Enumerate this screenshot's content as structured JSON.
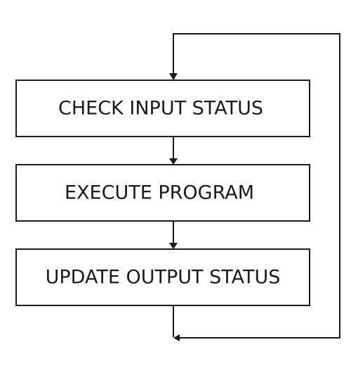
{
  "flowchart": {
    "steps": [
      {
        "id": "check",
        "label": "CHECK INPUT STATUS"
      },
      {
        "id": "execute",
        "label": "EXECUTE PROGRAM"
      },
      {
        "id": "update",
        "label": "UPDATE OUTPUT STATUS"
      }
    ],
    "connections": [
      {
        "from": "check",
        "to": "execute"
      },
      {
        "from": "execute",
        "to": "update"
      },
      {
        "from": "update",
        "to": "check",
        "kind": "loop-back"
      }
    ]
  }
}
